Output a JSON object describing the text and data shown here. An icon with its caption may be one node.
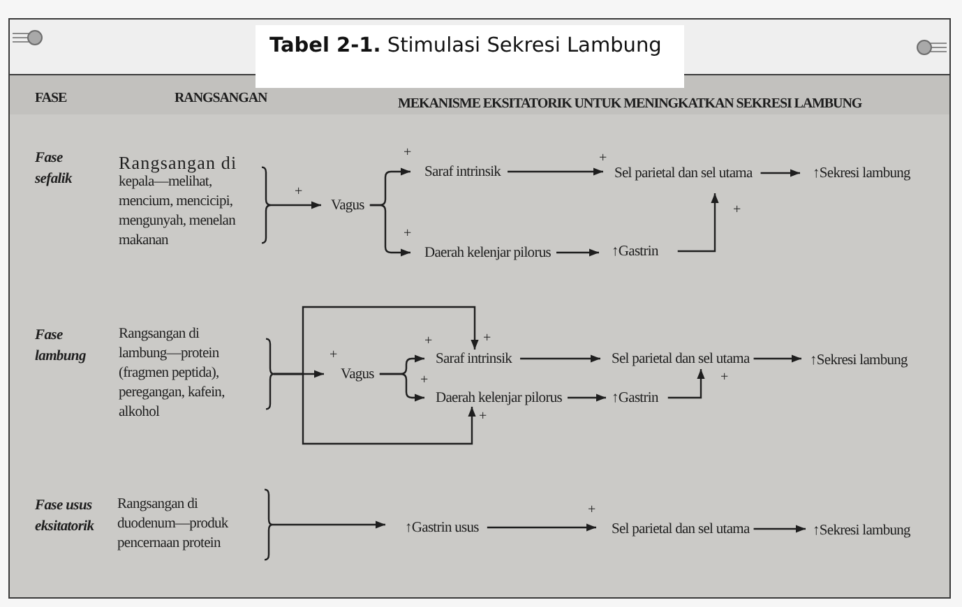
{
  "diagram": {
    "title": "**Tabel 2-1.** Stimulasi Sekresi Lambung",
    "nodes": [
      {
        "text": [
          "Rangsangan di kepala—melihat, mencium, mencicipi, mengunyah, menelan makanan"
        ]
      },
      {
        "text": [
          "Vagus"
        ]
      },
      {
        "text": [
          "Saraf intrinsik"
        ]
      },
      {
        "text": [
          "Sel parietal dan sel utama"
        ]
      },
      {
        "text": [
          "↑Sekresi lambung"
        ]
      },
      {
        "text": [
          "Daerah kelenjar pilorus"
        ]
      },
      {
        "text": [
          "↑Gastrin"
        ]
      },
      {
        "text": [
          "Rangsangan di lambung—protein (fragmen peptida), peregangan, kafein, alkohol"
        ]
      },
      {
        "text": [
          "Vagus"
        ]
      },
      {
        "text": [
          "Saraf intrinsik"
        ]
      },
      {
        "text": [
          "Sel parietal dan sel utama"
        ]
      },
      {
        "text": [
          "↑Sekresi lambung"
        ]
      },
      {
        "text": [
          "Daerah kelenjar pilorus"
        ]
      },
      {
        "text": [
          "↑Gastrin"
        ]
      },
      {
        "text": [
          "Rangsangan di duodenum—produk pencernaan protein"
        ]
      },
      {
        "text": [
          "↑Gastrin usus"
        ]
      },
      {
        "text": [
          "Sel parietal dan sel utama"
        ]
      },
      {
        "text": [
          "↑Sekresi lambung"
        ]
      }
    ],
    "edges": [
      {
        "from": 0,
        "to": 1,
        "arrow": "to",
        "label": "+"
      },
      {
        "from": 1,
        "to": 2,
        "arrow": "to",
        "label": "+"
      },
      {
        "from": 1,
        "to": 5,
        "arrow": "to",
        "label": "+"
      },
      {
        "from": 2,
        "to": 3,
        "arrow": "to",
        "label": "+"
      },
      {
        "from": 5,
        "to": 6,
        "arrow": "to"
      },
      {
        "from": 6,
        "to": 3,
        "arrow": "to",
        "label": "+"
      },
      {
        "from": 3,
        "to": 4,
        "arrow": "to"
      },
      {
        "from": 7,
        "to": 8,
        "arrow": "to",
        "label": "+"
      },
      {
        "from": 7,
        "to": 9,
        "arrow": "to",
        "label": "+"
      },
      {
        "from": 7,
        "to": 12,
        "arrow": "to",
        "label": "+"
      },
      {
        "from": 8,
        "to": 9,
        "arrow": "to",
        "label": "+"
      },
      {
        "from": 8,
        "to": 12,
        "arrow": "to",
        "label": "+"
      },
      {
        "from": 9,
        "to": 10,
        "arrow": "to"
      },
      {
        "from": 12,
        "to": 13,
        "arrow": "to"
      },
      {
        "from": 13,
        "to": 10,
        "arrow": "to",
        "label": "+"
      },
      {
        "from": 10,
        "to": 11,
        "arrow": "to"
      },
      {
        "from": 14,
        "to": 15,
        "arrow": "to"
      },
      {
        "from": 15,
        "to": 16,
        "arrow": "to",
        "label": "+"
      },
      {
        "from": 16,
        "to": 17,
        "arrow": "to"
      }
    ],
    "labels": [
      "FASE",
      "RANGSANGAN",
      "MEKANISME EKSITATORIK UNTUK MENINGKATKAN SEKRESI LAMBUNG",
      "Fase sefalik",
      "Fase lambung",
      "Fase usus eksitatorik"
    ]
  }
}
